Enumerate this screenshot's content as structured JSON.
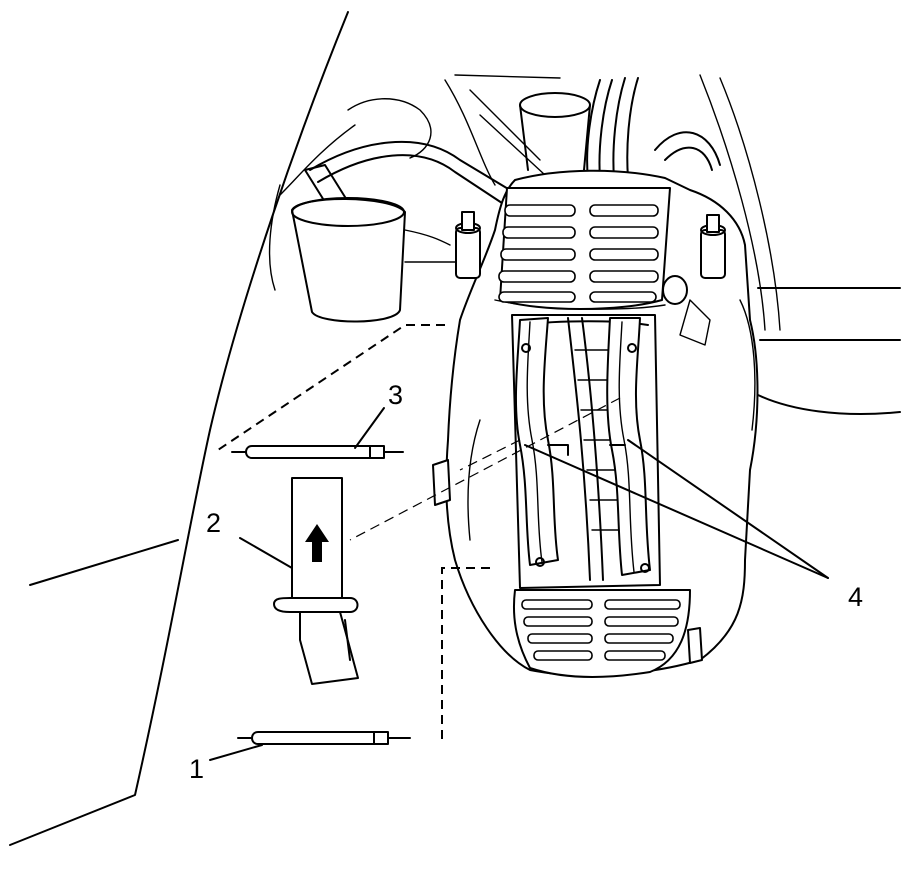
{
  "callouts": {
    "c1": "1",
    "c2": "2",
    "c3": "3",
    "c4": "4"
  },
  "icons": {
    "arrow": "up-arrow-icon"
  },
  "colors": {
    "line": "#000000",
    "background": "#ffffff"
  }
}
